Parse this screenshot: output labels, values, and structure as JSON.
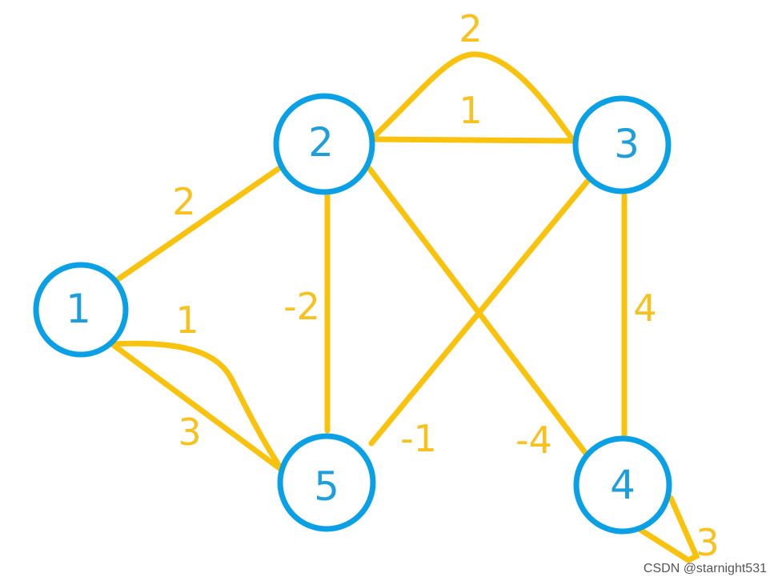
{
  "nodes": [
    {
      "id": "1",
      "label": "1"
    },
    {
      "id": "2",
      "label": "2"
    },
    {
      "id": "3",
      "label": "3"
    },
    {
      "id": "4",
      "label": "4"
    },
    {
      "id": "5",
      "label": "5"
    }
  ],
  "edges": [
    {
      "from": "1",
      "to": "2",
      "weight": "2"
    },
    {
      "from": "1",
      "to": "5",
      "weight": "1"
    },
    {
      "from": "1",
      "to": "5",
      "weight": "3"
    },
    {
      "from": "2",
      "to": "3",
      "weight": "2"
    },
    {
      "from": "2",
      "to": "3",
      "weight": "1"
    },
    {
      "from": "2",
      "to": "5",
      "weight": "-2"
    },
    {
      "from": "3",
      "to": "5",
      "weight": "-1"
    },
    {
      "from": "2",
      "to": "4",
      "weight": "-4"
    },
    {
      "from": "3",
      "to": "4",
      "weight": "4"
    },
    {
      "from": "4",
      "to": "4",
      "weight": "3"
    }
  ],
  "watermark": "CSDN @starnight531"
}
